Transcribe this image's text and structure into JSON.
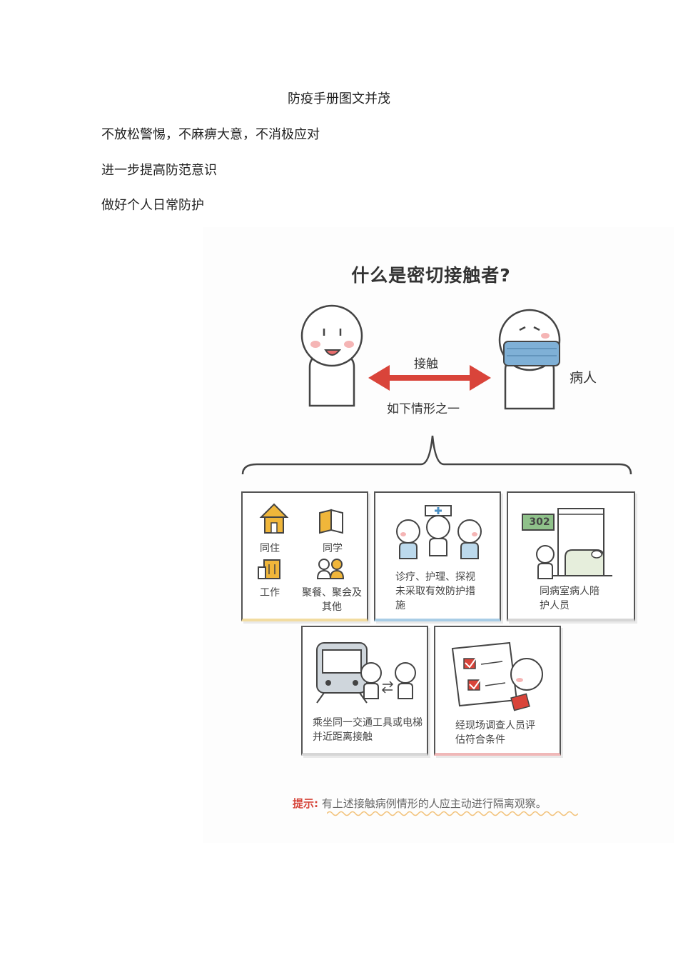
{
  "document": {
    "title": "防疫手册图文并茂",
    "paragraphs": [
      "不放松警惕，不麻痹大意，不消极应对",
      "进一步提高防范意识",
      "做好个人日常防护"
    ]
  },
  "figure": {
    "title": "什么是密切接触者?",
    "contact_label": "接触",
    "patient_label": "病人",
    "condition_label": "如下情形之一",
    "boxes": [
      {
        "items": [
          {
            "label": "同住"
          },
          {
            "label": "同学"
          },
          {
            "label": "工作"
          },
          {
            "label": "聚餐、聚会及其他"
          }
        ]
      },
      {
        "text": "诊疗、护理、探视未采取有效防护措施"
      },
      {
        "room_number": "302",
        "text": "同病室病人陪护人员"
      },
      {
        "text": "乘坐同一交通工具或电梯并近距离接触"
      },
      {
        "text": "经现场调查人员评估符合条件"
      }
    ],
    "tip": {
      "label": "提示:",
      "text": "有上述接触病例情形的人应主动进行隔离观察。"
    }
  },
  "colors": {
    "arrow": "#d9443a",
    "mask": "#7fb0d6",
    "house": "#f0b63a",
    "cheek": "#f5b5b5",
    "check": "#d9443a"
  }
}
